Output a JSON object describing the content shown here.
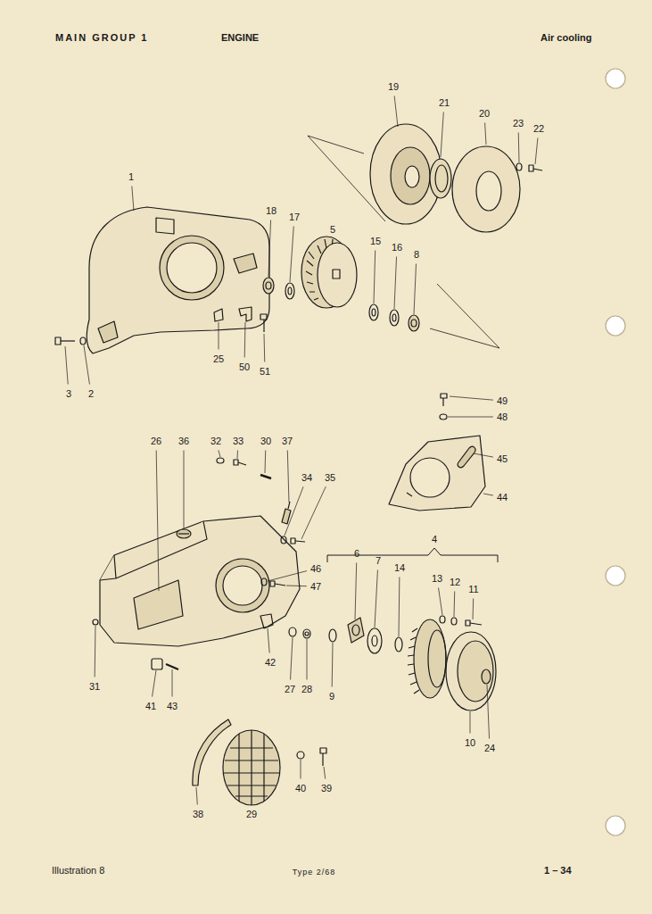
{
  "diagram": {
    "labels": [
      "MAIN GROUP 1",
      "ENGINE",
      "Air cooling",
      "19",
      "21",
      "20",
      "23",
      "22",
      "1",
      "18",
      "17",
      "5",
      "15",
      "16",
      "8",
      "3",
      "2",
      "25",
      "50",
      "51",
      "49",
      "48",
      "45",
      "44",
      "26",
      "36",
      "32",
      "33",
      "30",
      "37",
      "34",
      "35",
      "4",
      "46",
      "47",
      "6",
      "7",
      "14",
      "13",
      "12",
      "11",
      "31",
      "41",
      "43",
      "42",
      "27",
      "28",
      "9",
      "10",
      "24",
      "38",
      "29",
      "40",
      "39",
      "Illustration 8",
      "Type 2/68",
      "1 – 34"
    ]
  }
}
